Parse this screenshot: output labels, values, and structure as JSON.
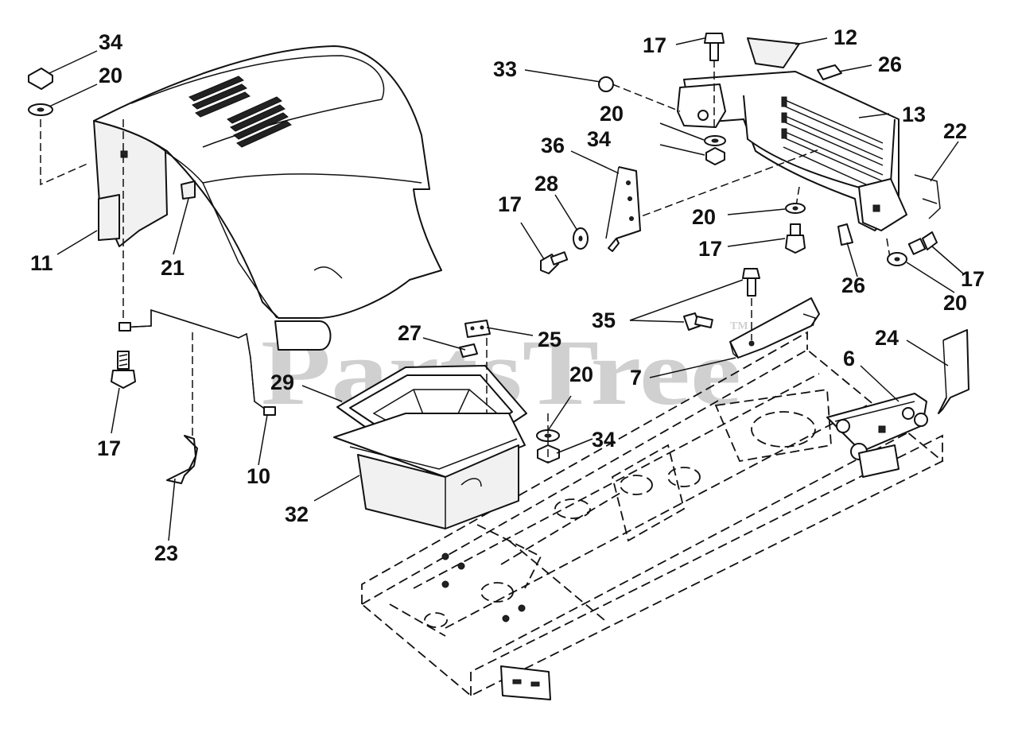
{
  "watermark": {
    "text": "PartsTree",
    "trademark": "TM"
  },
  "callouts": [
    {
      "id": "c34a",
      "label": "34"
    },
    {
      "id": "c20a",
      "label": "20"
    },
    {
      "id": "c11",
      "label": "11"
    },
    {
      "id": "c21",
      "label": "21"
    },
    {
      "id": "c17a",
      "label": "17"
    },
    {
      "id": "c10",
      "label": "10"
    },
    {
      "id": "c23",
      "label": "23"
    },
    {
      "id": "c32",
      "label": "32"
    },
    {
      "id": "c29",
      "label": "29"
    },
    {
      "id": "c27",
      "label": "27"
    },
    {
      "id": "c25",
      "label": "25"
    },
    {
      "id": "c20b",
      "label": "20"
    },
    {
      "id": "c34b",
      "label": "34"
    },
    {
      "id": "c33",
      "label": "33"
    },
    {
      "id": "c17b",
      "label": "17"
    },
    {
      "id": "c12",
      "label": "12"
    },
    {
      "id": "c26a",
      "label": "26"
    },
    {
      "id": "c13",
      "label": "13"
    },
    {
      "id": "c22",
      "label": "22"
    },
    {
      "id": "c20c",
      "label": "20"
    },
    {
      "id": "c34c",
      "label": "34"
    },
    {
      "id": "c36",
      "label": "36"
    },
    {
      "id": "c28",
      "label": "28"
    },
    {
      "id": "c17c",
      "label": "17"
    },
    {
      "id": "c20d",
      "label": "20"
    },
    {
      "id": "c17d",
      "label": "17"
    },
    {
      "id": "c26b",
      "label": "26"
    },
    {
      "id": "c17e",
      "label": "17"
    },
    {
      "id": "c20e",
      "label": "20"
    },
    {
      "id": "c35",
      "label": "35"
    },
    {
      "id": "c7",
      "label": "7"
    },
    {
      "id": "c24",
      "label": "24"
    },
    {
      "id": "c6",
      "label": "6"
    }
  ]
}
